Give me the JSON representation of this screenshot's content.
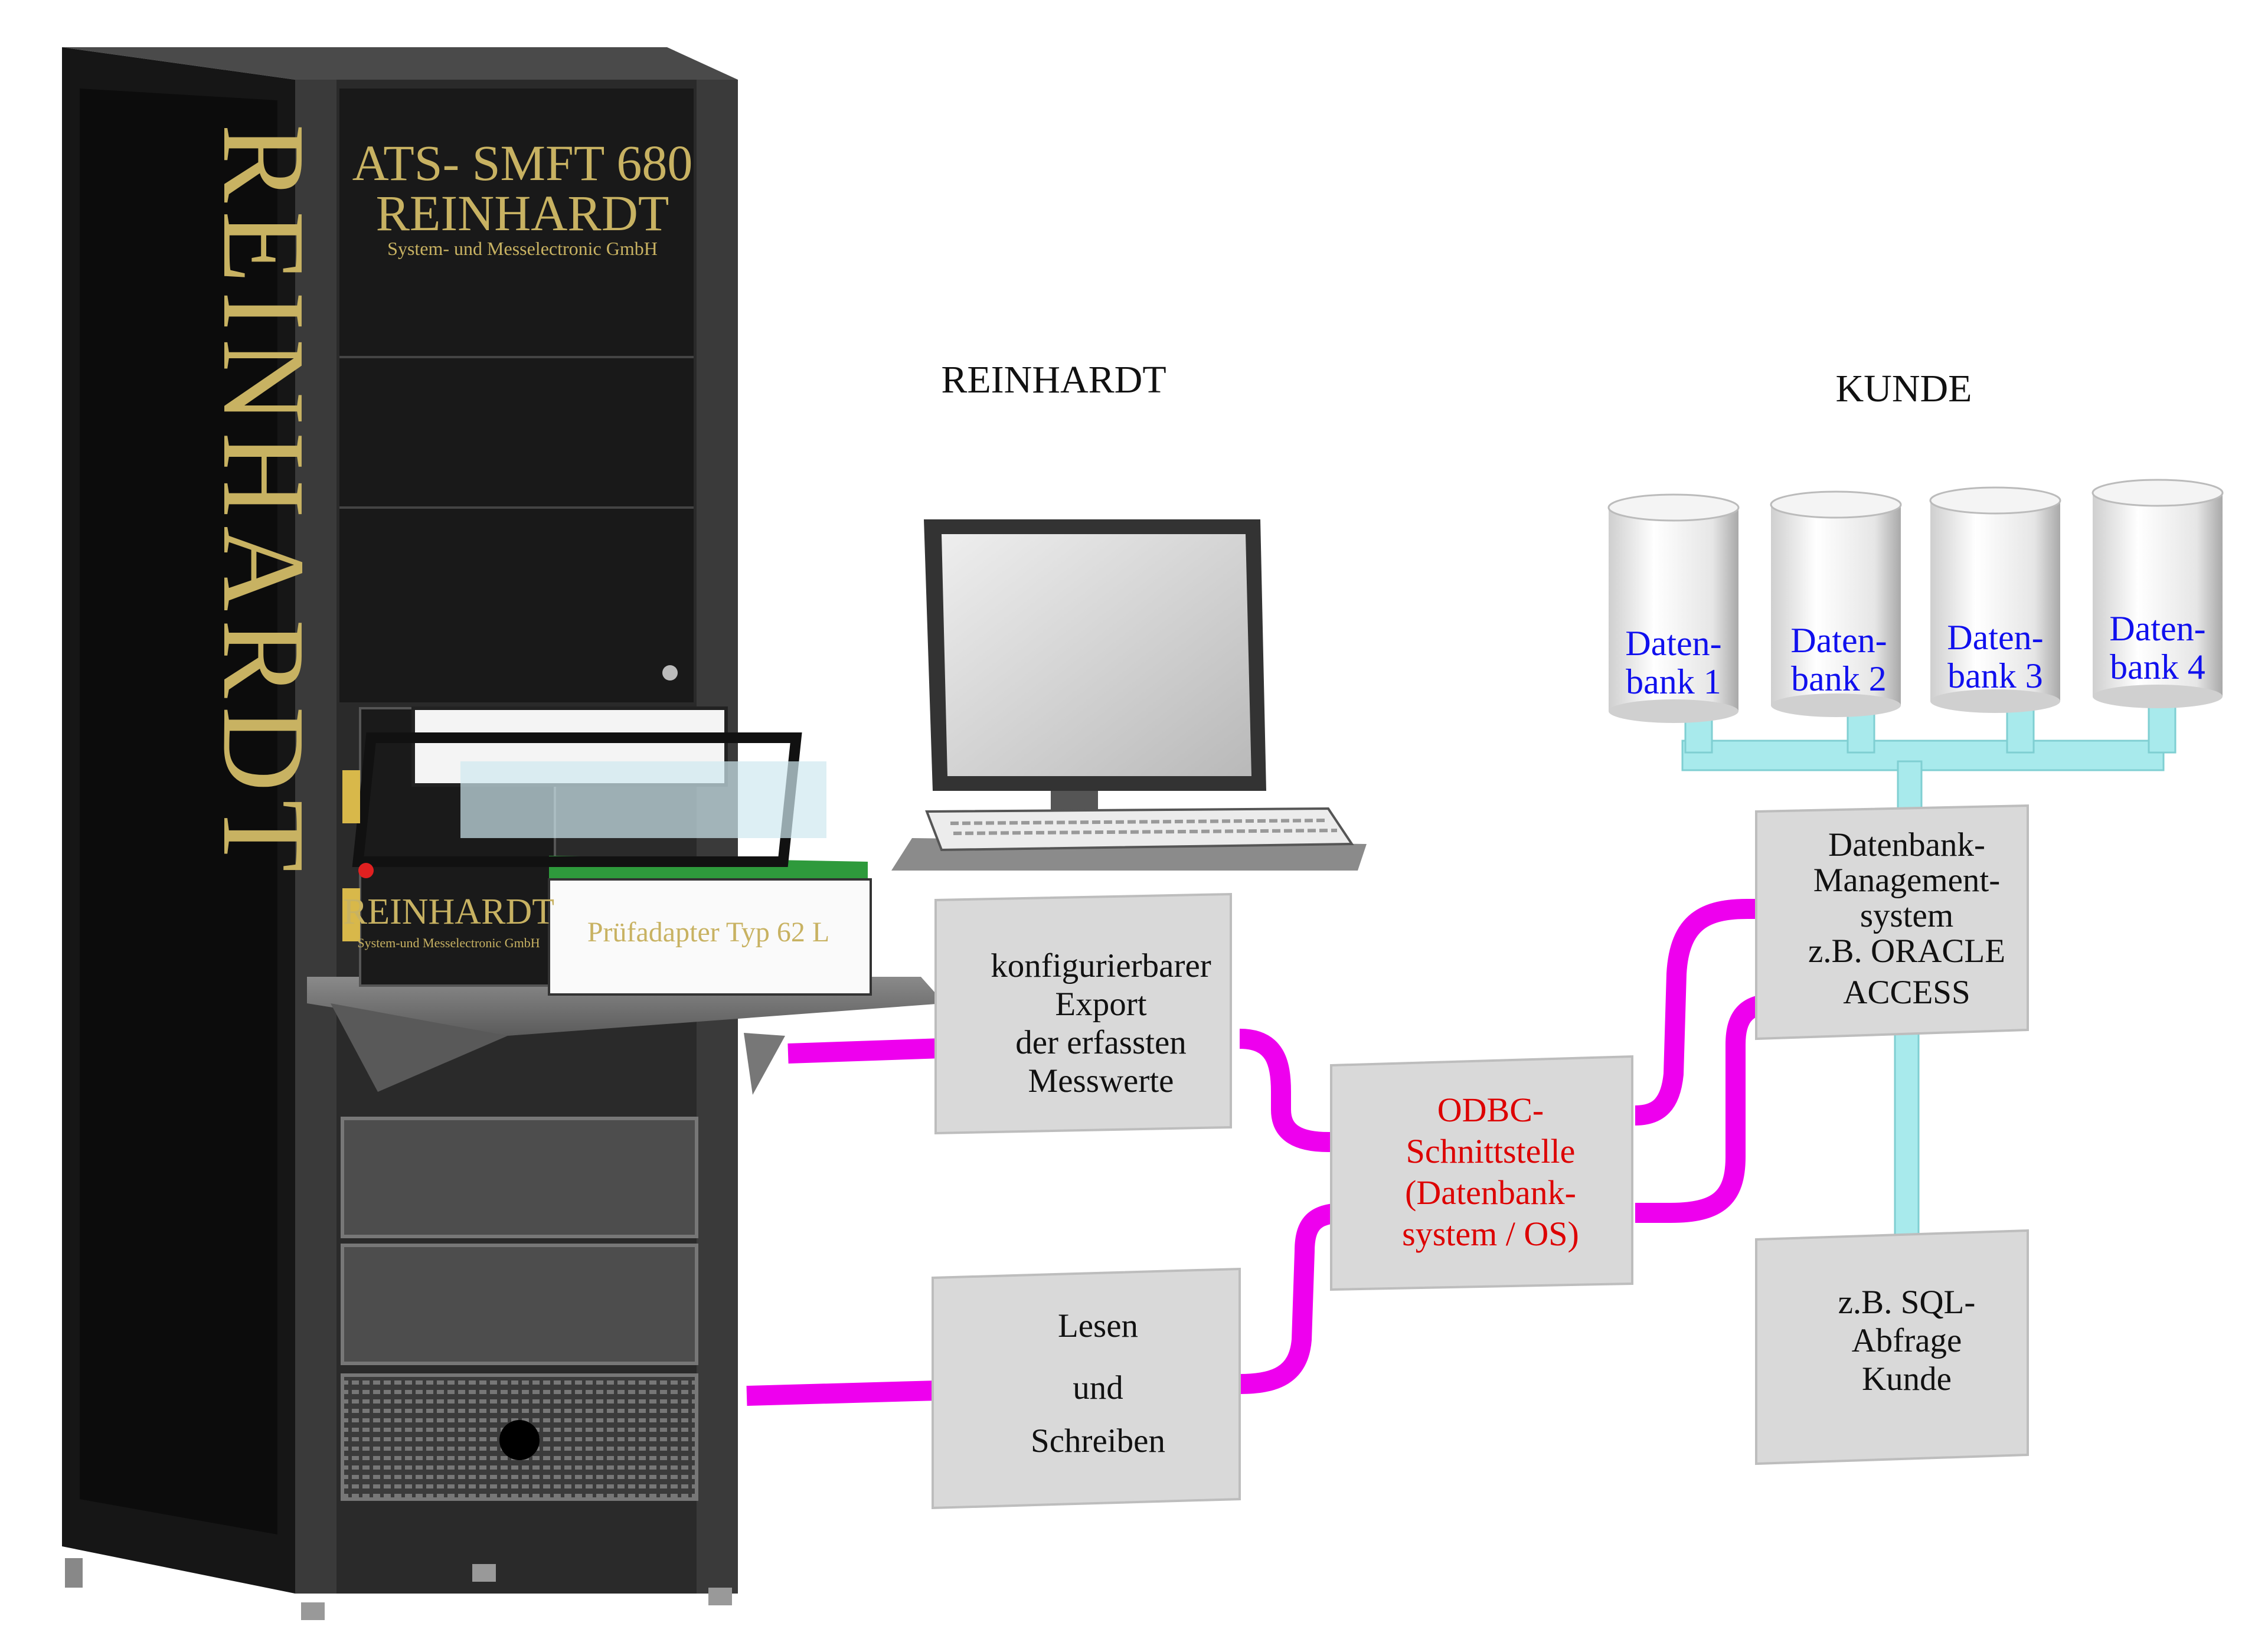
{
  "cabinet": {
    "side_brand": "REINHARDT",
    "front_title": "ATS- SMFT 680",
    "front_brand": "REINHARDT",
    "front_company": "System- und Messelectronic GmbH"
  },
  "adapter": {
    "brand": "REINHARDT",
    "company": "System-und Messelectronic GmbH",
    "label": "Prüfadapter Typ 62 L"
  },
  "headers": {
    "left": "REINHARDT",
    "right": "KUNDE"
  },
  "databases": [
    {
      "line1": "Daten-",
      "line2": "bank 1"
    },
    {
      "line1": "Daten-",
      "line2": "bank 2"
    },
    {
      "line1": "Daten-",
      "line2": "bank 3"
    },
    {
      "line1": "Daten-",
      "line2": "bank 4"
    }
  ],
  "boxes": {
    "export": [
      "konfigurierbarer",
      "Export",
      "der erfassten",
      "Messwerte"
    ],
    "readwrite": [
      "Lesen",
      "und",
      "Schreiben"
    ],
    "odbc": [
      "ODBC-",
      "Schnittstelle",
      "(Datenbank-",
      "system / OS)"
    ],
    "dbms": [
      "Datenbank-",
      "Management-",
      "system",
      "z.B. ORACLE",
      "ACCESS"
    ],
    "sql": [
      "z.B. SQL-",
      "Abfrage",
      "Kunde"
    ]
  },
  "colors": {
    "connector_magenta": "#ee00ee",
    "connector_cyan": "#a8eaec",
    "box_gray": "#d8d8d8",
    "cabinet_black": "#1c1c1c",
    "gold_text": "#c8b262",
    "odbc_red": "#dd0000",
    "db_blue": "#1010ee"
  }
}
